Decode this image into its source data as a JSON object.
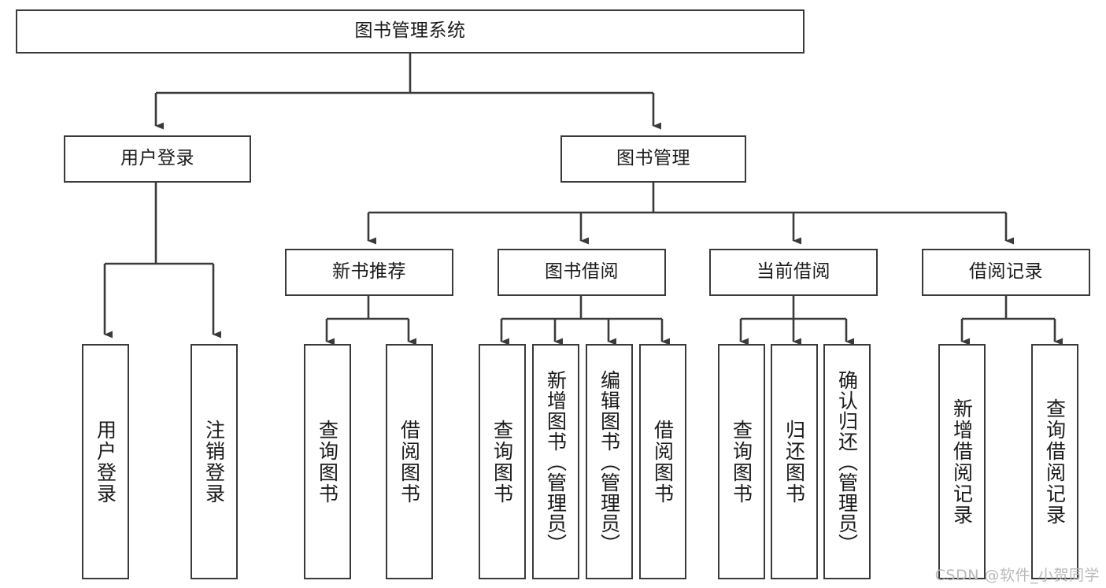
{
  "diagram": {
    "title": "图书管理系统",
    "type": "tree-hierarchy-chart",
    "watermark": "CSDN @软件_小贺同学",
    "stroke_color": "#3a3a3a",
    "background_color": "#ffffff",
    "text_color": "#1a1a1a",
    "nodes": {
      "root": {
        "label": "图书管理系统",
        "level": 1
      },
      "user_login": {
        "label": "用户登录",
        "level": 2
      },
      "book_manage": {
        "label": "图书管理",
        "level": 2
      },
      "new_book_rec": {
        "label": "新书推荐",
        "level": 3
      },
      "book_borrow": {
        "label": "图书借阅",
        "level": 3
      },
      "current_borrow": {
        "label": "当前借阅",
        "level": 3
      },
      "borrow_record": {
        "label": "借阅记录",
        "level": 3
      },
      "leaf_user_login": {
        "label": "用户登录",
        "level": 3
      },
      "leaf_logout": {
        "label": "注销登录",
        "level": 3
      },
      "leaf_query_book_1": {
        "label": "查询图书",
        "level": 4
      },
      "leaf_borrow_book_1": {
        "label": "借阅图书",
        "level": 4
      },
      "leaf_query_book_2": {
        "label": "查询图书",
        "level": 4
      },
      "leaf_add_book": {
        "label": "新增图书（管理员）",
        "level": 4
      },
      "leaf_edit_book": {
        "label": "编辑图书（管理员）",
        "level": 4
      },
      "leaf_borrow_book_2": {
        "label": "借阅图书",
        "level": 4
      },
      "leaf_query_book_3": {
        "label": "查询图书",
        "level": 4
      },
      "leaf_return_book": {
        "label": "归还图书",
        "level": 4
      },
      "leaf_confirm_return": {
        "label": "确认归还（管理员）",
        "level": 4
      },
      "leaf_add_record": {
        "label": "新增借阅记录",
        "level": 4
      },
      "leaf_query_record": {
        "label": "查询借阅记录",
        "level": 4
      }
    }
  }
}
